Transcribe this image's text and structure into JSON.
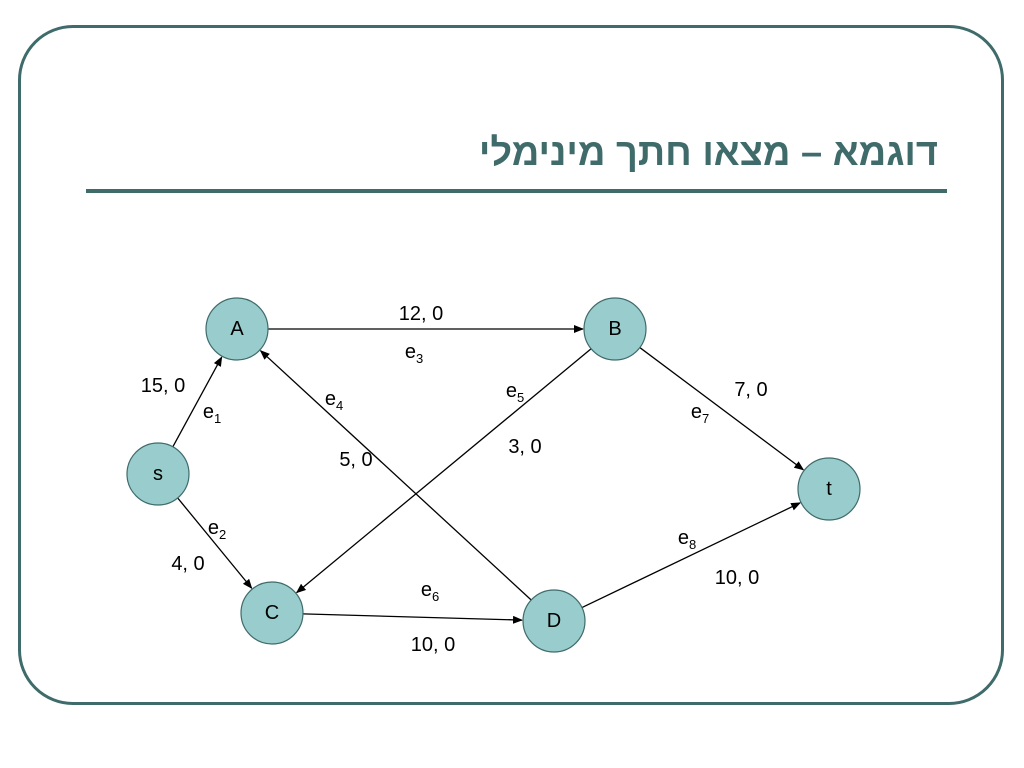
{
  "slide": {
    "title": "דוגמא – מצאו חתך מינימלי",
    "colors": {
      "frame": "#3f6b6b",
      "title": "#3f6b6b",
      "node_fill": "#99cccc",
      "node_stroke": "#3f6b6b",
      "edge": "#000000"
    }
  },
  "graph": {
    "nodes": [
      {
        "id": "A",
        "label": "A"
      },
      {
        "id": "B",
        "label": "B"
      },
      {
        "id": "s",
        "label": "s"
      },
      {
        "id": "t",
        "label": "t"
      },
      {
        "id": "C",
        "label": "C"
      },
      {
        "id": "D",
        "label": "D"
      }
    ],
    "edges": [
      {
        "id": "e1",
        "from": "s",
        "to": "A",
        "name": "e",
        "sub": "1",
        "flow_label": "15, 0"
      },
      {
        "id": "e2",
        "from": "s",
        "to": "C",
        "name": "e",
        "sub": "2",
        "flow_label": "4, 0"
      },
      {
        "id": "e3",
        "from": "A",
        "to": "B",
        "name": "e",
        "sub": "3",
        "flow_label": "12, 0"
      },
      {
        "id": "e4",
        "from": "D",
        "to": "A",
        "name": "e",
        "sub": "4",
        "flow_label": "5, 0"
      },
      {
        "id": "e5",
        "from": "B",
        "to": "C",
        "name": "e",
        "sub": "5",
        "flow_label": "3, 0"
      },
      {
        "id": "e6",
        "from": "C",
        "to": "D",
        "name": "e",
        "sub": "6",
        "flow_label": "10, 0"
      },
      {
        "id": "e7",
        "from": "B",
        "to": "t",
        "name": "e",
        "sub": "7",
        "flow_label": "7, 0"
      },
      {
        "id": "e8",
        "from": "D",
        "to": "t",
        "name": "e",
        "sub": "8",
        "flow_label": "10, 0"
      }
    ]
  }
}
